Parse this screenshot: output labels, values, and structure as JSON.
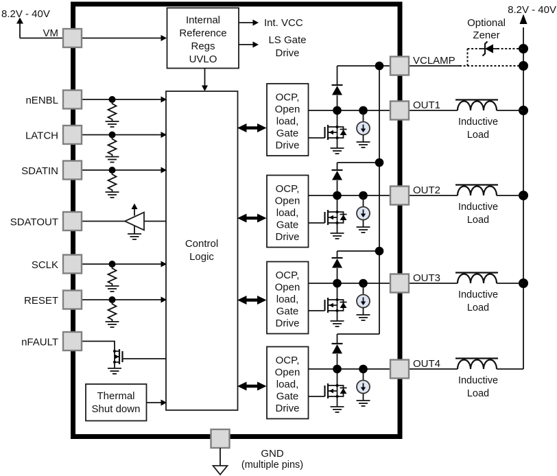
{
  "supply_left": {
    "label": "8.2V - 40V"
  },
  "supply_right": {
    "label": "8.2V - 40V"
  },
  "pins": {
    "left": [
      {
        "label": "VM"
      },
      {
        "label": "nENBL"
      },
      {
        "label": "LATCH"
      },
      {
        "label": "SDATIN"
      },
      {
        "label": "SDATOUT"
      },
      {
        "label": "SCLK"
      },
      {
        "label": "RESET"
      },
      {
        "label": "nFAULT"
      }
    ],
    "right": [
      {
        "label": "VCLAMP"
      },
      {
        "label": "OUT1"
      },
      {
        "label": "OUT2"
      },
      {
        "label": "OUT3"
      },
      {
        "label": "OUT4"
      }
    ],
    "bottom": {
      "label": "GND",
      "note": "(multiple pins)"
    }
  },
  "blocks": {
    "internal_reference": {
      "lines": [
        "Internal",
        "Reference",
        "Regs",
        "UVLO"
      ]
    },
    "control_logic": {
      "lines": [
        "Control",
        "Logic"
      ]
    },
    "thermal_shutdown": {
      "lines": [
        "Thermal",
        "Shut down"
      ]
    },
    "ocp_driver": {
      "lines": [
        "OCP,",
        "Open",
        "load,",
        "Gate",
        "Drive"
      ]
    }
  },
  "signals": {
    "int_vcc": "Int. VCC",
    "ls_gate_drive": [
      "LS Gate",
      "Drive"
    ]
  },
  "external": {
    "optional_zener": [
      "Optional",
      "Zener"
    ],
    "inductive_load": [
      "Inductive",
      "Load"
    ]
  },
  "colors": {
    "pin_fill": "#d9d9d9",
    "pin_stroke": "#808080",
    "wire": "#111111",
    "chip_border": "#000000",
    "current_source_fill": "#dde4f2"
  }
}
